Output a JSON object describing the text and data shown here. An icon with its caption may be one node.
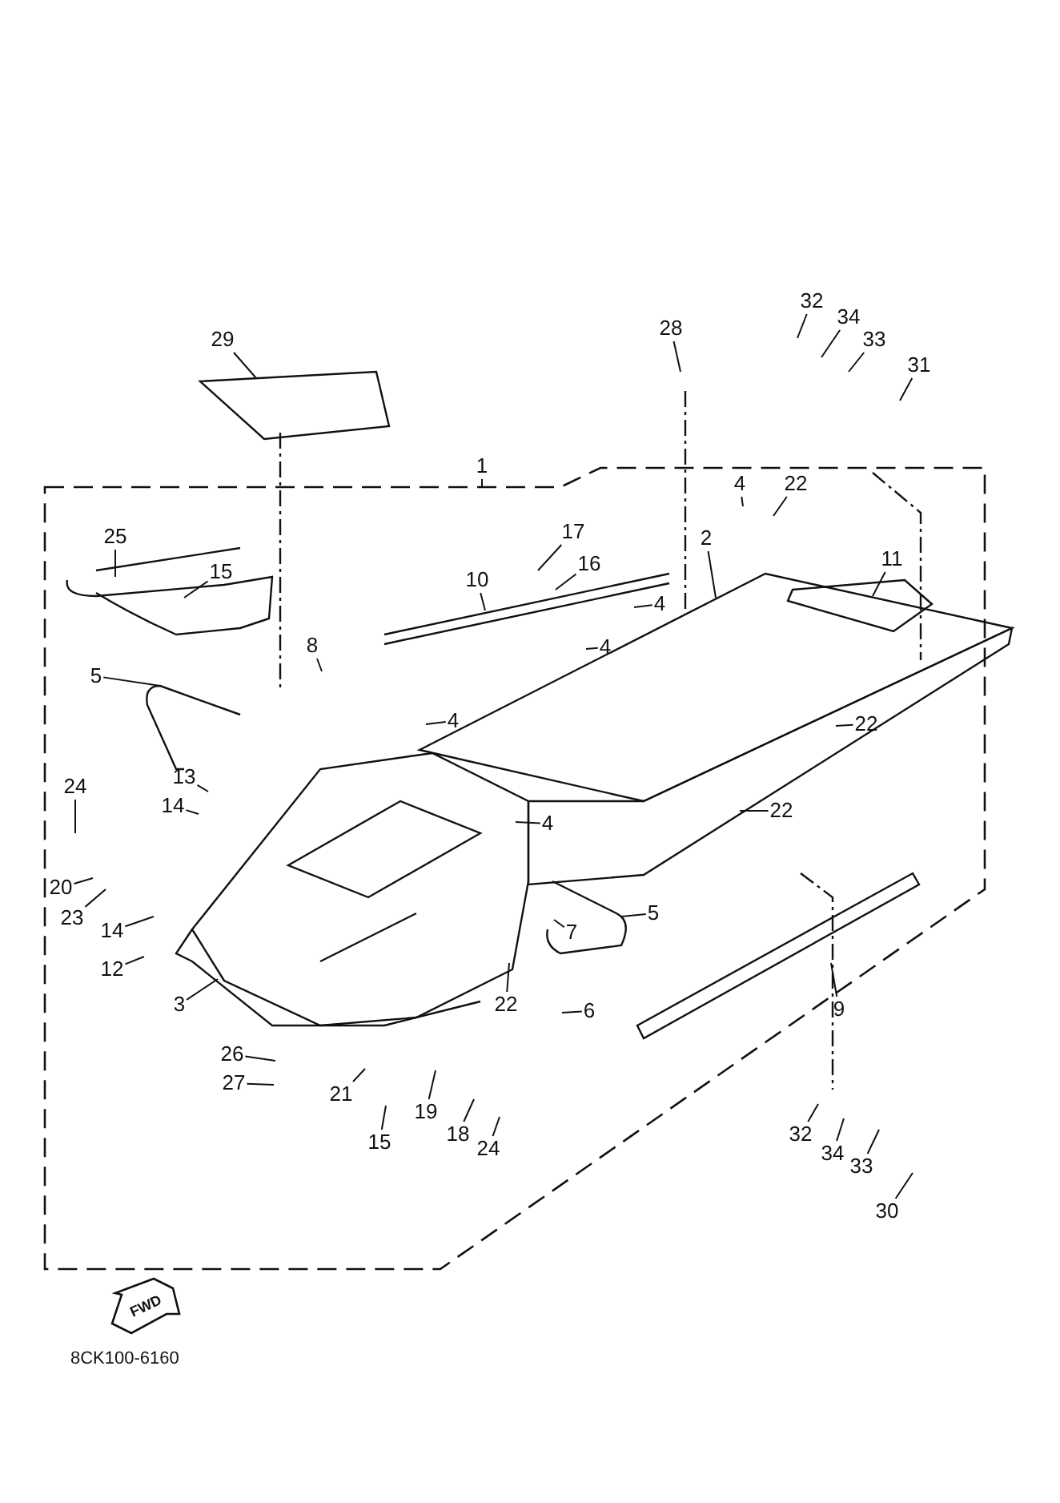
{
  "diagram": {
    "nodes": [
      {
        "text": [
          "29"
        ]
      },
      {
        "text": [
          "28"
        ]
      },
      {
        "text": [
          "32"
        ]
      },
      {
        "text": [
          "34"
        ]
      },
      {
        "text": [
          "33"
        ]
      },
      {
        "text": [
          "31"
        ]
      },
      {
        "text": [
          "1"
        ]
      },
      {
        "text": [
          "4"
        ]
      },
      {
        "text": [
          "22"
        ]
      },
      {
        "text": [
          "2"
        ]
      },
      {
        "text": [
          "17"
        ]
      },
      {
        "text": [
          "16"
        ]
      },
      {
        "text": [
          "11"
        ]
      },
      {
        "text": [
          "25"
        ]
      },
      {
        "text": [
          "15"
        ]
      },
      {
        "text": [
          "10"
        ]
      },
      {
        "text": [
          "8"
        ]
      },
      {
        "text": [
          "4"
        ]
      },
      {
        "text": [
          "4"
        ]
      },
      {
        "text": [
          "5"
        ]
      },
      {
        "text": [
          "4"
        ]
      },
      {
        "text": [
          "22"
        ]
      },
      {
        "text": [
          "13"
        ]
      },
      {
        "text": [
          "14"
        ]
      },
      {
        "text": [
          "24"
        ]
      },
      {
        "text": [
          "20"
        ]
      },
      {
        "text": [
          "23"
        ]
      },
      {
        "text": [
          "14"
        ]
      },
      {
        "text": [
          "12"
        ]
      },
      {
        "text": [
          "3"
        ]
      },
      {
        "text": [
          "4"
        ]
      },
      {
        "text": [
          "22"
        ]
      },
      {
        "text": [
          "7"
        ]
      },
      {
        "text": [
          "5"
        ]
      },
      {
        "text": [
          "22"
        ]
      },
      {
        "text": [
          "6"
        ]
      },
      {
        "text": [
          "9"
        ]
      },
      {
        "text": [
          "26"
        ]
      },
      {
        "text": [
          "27"
        ]
      },
      {
        "text": [
          "21"
        ]
      },
      {
        "text": [
          "19"
        ]
      },
      {
        "text": [
          "18"
        ]
      },
      {
        "text": [
          "24"
        ]
      },
      {
        "text": [
          "15"
        ]
      },
      {
        "text": [
          "32"
        ]
      },
      {
        "text": [
          "34"
        ]
      },
      {
        "text": [
          "33"
        ]
      },
      {
        "text": [
          "30"
        ]
      }
    ],
    "edges": [
      {
        "from": 0,
        "to": null,
        "arrow": "none"
      },
      {
        "from": 1,
        "to": null,
        "arrow": "none"
      },
      {
        "from": 2,
        "to": null,
        "arrow": "none"
      },
      {
        "from": 3,
        "to": null,
        "arrow": "none"
      },
      {
        "from": 4,
        "to": null,
        "arrow": "none"
      },
      {
        "from": 5,
        "to": null,
        "arrow": "none"
      },
      {
        "from": 6,
        "to": null,
        "arrow": "none"
      },
      {
        "from": 7,
        "to": null,
        "arrow": "none"
      },
      {
        "from": 8,
        "to": null,
        "arrow": "none"
      },
      {
        "from": 9,
        "to": null,
        "arrow": "none"
      },
      {
        "from": 10,
        "to": null,
        "arrow": "none"
      },
      {
        "from": 11,
        "to": null,
        "arrow": "none"
      },
      {
        "from": 12,
        "to": null,
        "arrow": "none"
      },
      {
        "from": 13,
        "to": null,
        "arrow": "none"
      },
      {
        "from": 14,
        "to": null,
        "arrow": "none"
      },
      {
        "from": 15,
        "to": null,
        "arrow": "none"
      },
      {
        "from": 16,
        "to": null,
        "arrow": "none"
      },
      {
        "from": 17,
        "to": null,
        "arrow": "none"
      },
      {
        "from": 18,
        "to": null,
        "arrow": "none"
      },
      {
        "from": 19,
        "to": null,
        "arrow": "none"
      },
      {
        "from": 20,
        "to": null,
        "arrow": "none"
      },
      {
        "from": 21,
        "to": null,
        "arrow": "none"
      },
      {
        "from": 22,
        "to": null,
        "arrow": "none"
      },
      {
        "from": 23,
        "to": null,
        "arrow": "none"
      },
      {
        "from": 24,
        "to": null,
        "arrow": "none"
      },
      {
        "from": 25,
        "to": null,
        "arrow": "none"
      },
      {
        "from": 26,
        "to": null,
        "arrow": "none"
      },
      {
        "from": 27,
        "to": null,
        "arrow": "none"
      },
      {
        "from": 28,
        "to": null,
        "arrow": "none"
      },
      {
        "from": 29,
        "to": null,
        "arrow": "none"
      },
      {
        "from": 30,
        "to": null,
        "arrow": "none"
      },
      {
        "from": 31,
        "to": null,
        "arrow": "none"
      },
      {
        "from": 32,
        "to": null,
        "arrow": "none"
      },
      {
        "from": 33,
        "to": null,
        "arrow": "none"
      },
      {
        "from": 34,
        "to": null,
        "arrow": "none"
      },
      {
        "from": 35,
        "to": null,
        "arrow": "none"
      },
      {
        "from": 36,
        "to": null,
        "arrow": "none"
      },
      {
        "from": 37,
        "to": null,
        "arrow": "none"
      },
      {
        "from": 38,
        "to": null,
        "arrow": "none"
      },
      {
        "from": 39,
        "to": null,
        "arrow": "none"
      },
      {
        "from": 40,
        "to": null,
        "arrow": "none"
      },
      {
        "from": 41,
        "to": null,
        "arrow": "none"
      },
      {
        "from": 42,
        "to": null,
        "arrow": "none"
      },
      {
        "from": 43,
        "to": null,
        "arrow": "none"
      },
      {
        "from": 44,
        "to": null,
        "arrow": "none"
      },
      {
        "from": 45,
        "to": null,
        "arrow": "none"
      },
      {
        "from": 46,
        "to": null,
        "arrow": "none"
      },
      {
        "from": 47,
        "to": null,
        "arrow": "none"
      }
    ],
    "labels": [
      "FWD",
      "8CK100-6160"
    ]
  }
}
